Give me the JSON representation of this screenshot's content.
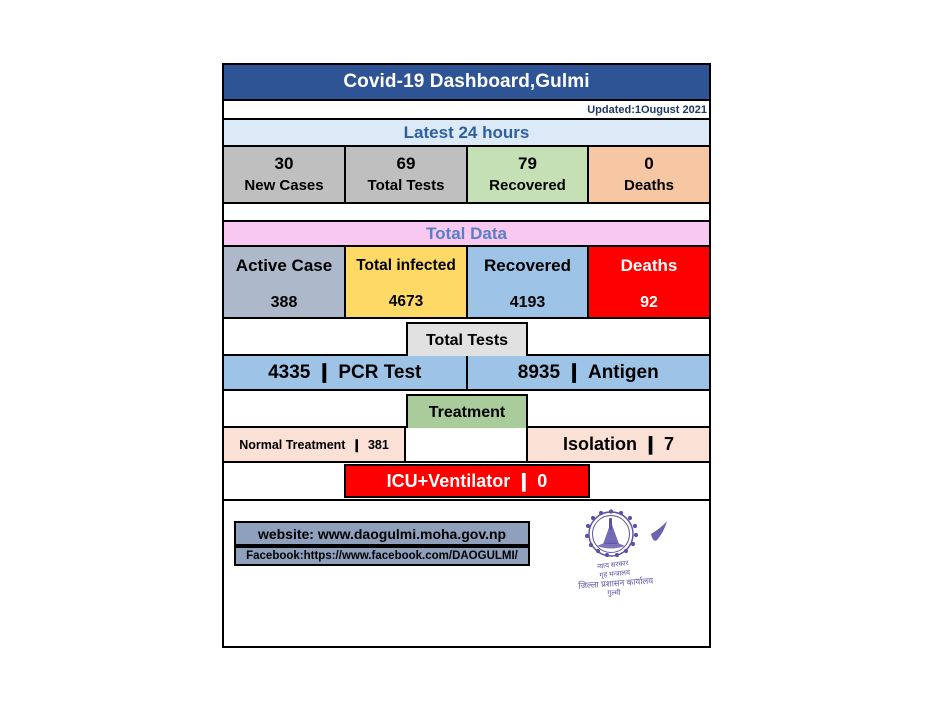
{
  "header": {
    "title": "Covid-19 Dashboard,Gulmi",
    "updated": "Updated:1Ougust 2021",
    "title_bg": "#2f5496"
  },
  "latest": {
    "section_label": "Latest 24 hours",
    "cells": [
      {
        "value": "30",
        "label": "New Cases",
        "bg": "#bfbfbf"
      },
      {
        "value": "69",
        "label": "Total Tests",
        "bg": "#bfbfbf"
      },
      {
        "value": "79",
        "label": "Recovered",
        "bg": "#c5e0b4"
      },
      {
        "value": "0",
        "label": "Deaths",
        "bg": "#f7c7a3"
      }
    ]
  },
  "total": {
    "section_label": "Total Data",
    "cells": [
      {
        "label": "Active Case",
        "value": "388",
        "bg": "#adb9ca",
        "fg": "#000000"
      },
      {
        "label": "Total infected",
        "value": "4673",
        "bg": "#ffd966",
        "fg": "#000000"
      },
      {
        "label": "Recovered",
        "value": "4193",
        "bg": "#9dc3e6",
        "fg": "#000000"
      },
      {
        "label": "Deaths",
        "value": "92",
        "bg": "#fe0000",
        "fg": "#ffffff"
      }
    ]
  },
  "tests": {
    "caption": "Total Tests",
    "pcr_value": "4335",
    "pcr_label": "PCR Test",
    "antigen_value": "8935",
    "antigen_label": "Antigen",
    "separator": "❙"
  },
  "treatment": {
    "caption": "Treatment",
    "normal_label": "Normal Treatment",
    "normal_value": "381",
    "isolation_label": "Isolation",
    "isolation_value": "7",
    "icu_label": "ICU+Ventilator",
    "icu_value": "0",
    "separator": "❙"
  },
  "footer": {
    "website": "website: www.daogulmi.moha.gov.np",
    "facebook": "Facebook:https://www.facebook.com/DAOGULMI/",
    "seal_line1": "न्याय सरकार",
    "seal_line2": "गृह मन्त्रालय",
    "seal_line3": "जिल्ला प्रशासन कार्यालय",
    "seal_line4": "गुल्मी",
    "seal_color": "#5b52a8"
  }
}
